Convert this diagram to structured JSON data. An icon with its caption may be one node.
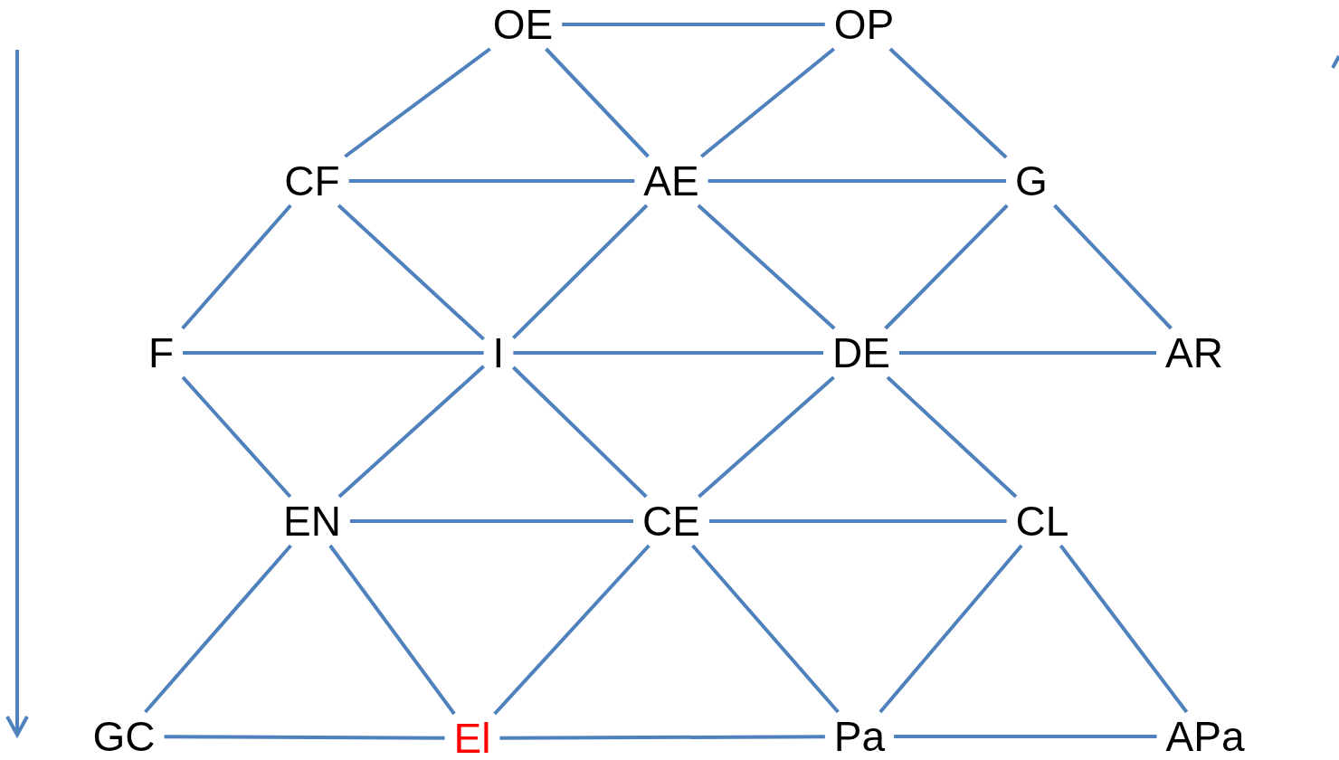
{
  "diagram": {
    "nodes": [
      {
        "text": [
          "OE"
        ]
      },
      {
        "text": [
          "OP"
        ]
      },
      {
        "text": [
          "CF"
        ]
      },
      {
        "text": [
          "AE"
        ]
      },
      {
        "text": [
          "G"
        ]
      },
      {
        "text": [
          "F"
        ]
      },
      {
        "text": [
          "I"
        ]
      },
      {
        "text": [
          "DE"
        ]
      },
      {
        "text": [
          "AR"
        ]
      },
      {
        "text": [
          "EN"
        ]
      },
      {
        "text": [
          "CE"
        ]
      },
      {
        "text": [
          "CL"
        ]
      },
      {
        "text": [
          "GC"
        ]
      },
      {
        "text": [
          "El"
        ]
      },
      {
        "text": [
          "Pa"
        ]
      },
      {
        "text": [
          "APa"
        ]
      }
    ],
    "edges": [
      {
        "from": 0,
        "to": 1,
        "arrow": "none"
      },
      {
        "from": 0,
        "to": 2,
        "arrow": "none"
      },
      {
        "from": 0,
        "to": 3,
        "arrow": "none"
      },
      {
        "from": 1,
        "to": 3,
        "arrow": "none"
      },
      {
        "from": 1,
        "to": 4,
        "arrow": "none"
      },
      {
        "from": 2,
        "to": 3,
        "arrow": "none"
      },
      {
        "from": 3,
        "to": 4,
        "arrow": "none"
      },
      {
        "from": 2,
        "to": 5,
        "arrow": "none"
      },
      {
        "from": 2,
        "to": 6,
        "arrow": "none"
      },
      {
        "from": 3,
        "to": 6,
        "arrow": "none"
      },
      {
        "from": 3,
        "to": 7,
        "arrow": "none"
      },
      {
        "from": 4,
        "to": 7,
        "arrow": "none"
      },
      {
        "from": 4,
        "to": 8,
        "arrow": "none"
      },
      {
        "from": 5,
        "to": 6,
        "arrow": "none"
      },
      {
        "from": 6,
        "to": 7,
        "arrow": "none"
      },
      {
        "from": 7,
        "to": 8,
        "arrow": "none"
      },
      {
        "from": 5,
        "to": 9,
        "arrow": "none"
      },
      {
        "from": 6,
        "to": 9,
        "arrow": "none"
      },
      {
        "from": 6,
        "to": 10,
        "arrow": "none"
      },
      {
        "from": 7,
        "to": 10,
        "arrow": "none"
      },
      {
        "from": 7,
        "to": 11,
        "arrow": "none"
      },
      {
        "from": 9,
        "to": 10,
        "arrow": "none"
      },
      {
        "from": 10,
        "to": 11,
        "arrow": "none"
      },
      {
        "from": 9,
        "to": 12,
        "arrow": "none"
      },
      {
        "from": 9,
        "to": 13,
        "arrow": "none"
      },
      {
        "from": 10,
        "to": 13,
        "arrow": "none"
      },
      {
        "from": 10,
        "to": 14,
        "arrow": "none"
      },
      {
        "from": 11,
        "to": 14,
        "arrow": "none"
      },
      {
        "from": 11,
        "to": 15,
        "arrow": "none"
      },
      {
        "from": 12,
        "to": 13,
        "arrow": "none"
      },
      {
        "from": 13,
        "to": 14,
        "arrow": "none"
      },
      {
        "from": 14,
        "to": 15,
        "arrow": "none"
      }
    ]
  }
}
